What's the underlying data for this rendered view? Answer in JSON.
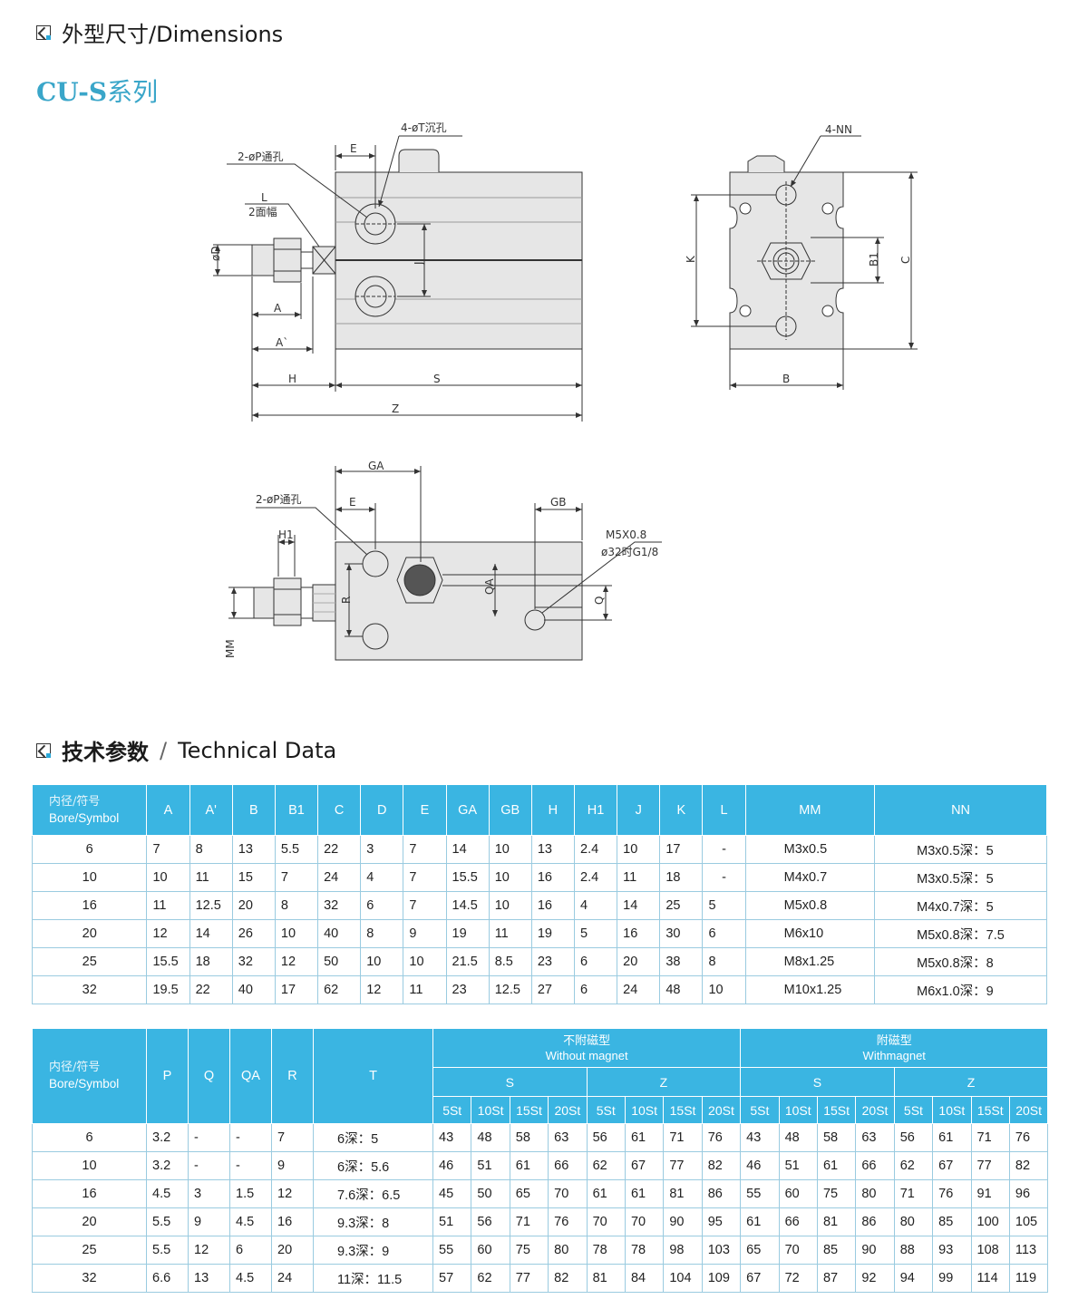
{
  "dimensions_header": {
    "title": "外型尺寸/Dimensions"
  },
  "series": {
    "name": "CU-S",
    "suffix": "系列"
  },
  "drawing_labels": {
    "p_hole": "2-øP通孔",
    "t_hole": "4-øT沉孔",
    "l_label": "L",
    "l_sub": "2面幅",
    "e": "E",
    "d": "øD",
    "j": "J",
    "a": "A",
    "a2": "A`",
    "h": "H",
    "s": "S",
    "z": "Z",
    "nn": "4-NN",
    "k": "K",
    "b1": "B1",
    "c": "C",
    "b": "B",
    "ga": "GA",
    "gb": "GB",
    "h1": "H1",
    "r": "R",
    "qa": "QA",
    "q": "Q",
    "mm": "MM",
    "port1": "M5X0.8",
    "port2": "ø32时G1/8"
  },
  "tech_header": {
    "title": "技术参数",
    "slash": "/",
    "en": "Technical Data"
  },
  "table1": {
    "symbol_cn": "内径/符号",
    "symbol_en": "Bore/Symbol",
    "columns": [
      "A",
      "A'",
      "B",
      "B1",
      "C",
      "D",
      "E",
      "GA",
      "GB",
      "H",
      "H1",
      "J",
      "K",
      "L",
      "MM",
      "NN"
    ],
    "rows": [
      [
        "6",
        "7",
        "8",
        "13",
        "5.5",
        "22",
        "3",
        "7",
        "14",
        "10",
        "13",
        "2.4",
        "10",
        "17",
        "-",
        "M3x0.5",
        "M3x0.5深：5"
      ],
      [
        "10",
        "10",
        "11",
        "15",
        "7",
        "24",
        "4",
        "7",
        "15.5",
        "10",
        "16",
        "2.4",
        "11",
        "18",
        "-",
        "M4x0.7",
        "M3x0.5深：5"
      ],
      [
        "16",
        "11",
        "12.5",
        "20",
        "8",
        "32",
        "6",
        "7",
        "14.5",
        "10",
        "16",
        "4",
        "14",
        "25",
        "5",
        "M5x0.8",
        "M4x0.7深：5"
      ],
      [
        "20",
        "12",
        "14",
        "26",
        "10",
        "40",
        "8",
        "9",
        "19",
        "11",
        "19",
        "5",
        "16",
        "30",
        "6",
        "M6x10",
        "M5x0.8深：7.5"
      ],
      [
        "25",
        "15.5",
        "18",
        "32",
        "12",
        "50",
        "10",
        "10",
        "21.5",
        "8.5",
        "23",
        "6",
        "20",
        "38",
        "8",
        "M8x1.25",
        "M5x0.8深：8"
      ],
      [
        "32",
        "19.5",
        "22",
        "40",
        "17",
        "62",
        "12",
        "11",
        "23",
        "12.5",
        "27",
        "6",
        "24",
        "48",
        "10",
        "M10x1.25",
        "M6x1.0深：9"
      ]
    ]
  },
  "table2": {
    "symbol_cn": "内径/符号",
    "symbol_en": "Bore/Symbol",
    "columns": [
      "P",
      "Q",
      "QA",
      "R",
      "T"
    ],
    "group_without": {
      "cn": "不附磁型",
      "en": "Without  magnet"
    },
    "group_with": {
      "cn": "附磁型",
      "en": "Withmagnet"
    },
    "sub_s": "S",
    "sub_z": "Z",
    "strokes": [
      "5St",
      "10St",
      "15St",
      "20St"
    ],
    "rows": [
      [
        "6",
        "3.2",
        "-",
        "-",
        "7",
        "6深：5",
        "43",
        "48",
        "58",
        "63",
        "56",
        "61",
        "71",
        "76",
        "43",
        "48",
        "58",
        "63",
        "56",
        "61",
        "71",
        "76"
      ],
      [
        "10",
        "3.2",
        "-",
        "-",
        "9",
        "6深：5.6",
        "46",
        "51",
        "61",
        "66",
        "62",
        "67",
        "77",
        "82",
        "46",
        "51",
        "61",
        "66",
        "62",
        "67",
        "77",
        "82"
      ],
      [
        "16",
        "4.5",
        "3",
        "1.5",
        "12",
        "7.6深：6.5",
        "45",
        "50",
        "65",
        "70",
        "61",
        "61",
        "81",
        "86",
        "55",
        "60",
        "75",
        "80",
        "71",
        "76",
        "91",
        "96"
      ],
      [
        "20",
        "5.5",
        "9",
        "4.5",
        "16",
        "9.3深：8",
        "51",
        "56",
        "71",
        "76",
        "70",
        "70",
        "90",
        "95",
        "61",
        "66",
        "81",
        "86",
        "80",
        "85",
        "100",
        "105"
      ],
      [
        "25",
        "5.5",
        "12",
        "6",
        "20",
        "9.3深：9",
        "55",
        "60",
        "75",
        "80",
        "78",
        "78",
        "98",
        "103",
        "65",
        "70",
        "85",
        "90",
        "88",
        "93",
        "108",
        "113"
      ],
      [
        "32",
        "6.6",
        "13",
        "4.5",
        "24",
        "11深：11.5",
        "57",
        "62",
        "77",
        "82",
        "81",
        "84",
        "104",
        "109",
        "67",
        "72",
        "87",
        "92",
        "94",
        "99",
        "114",
        "119"
      ]
    ]
  }
}
